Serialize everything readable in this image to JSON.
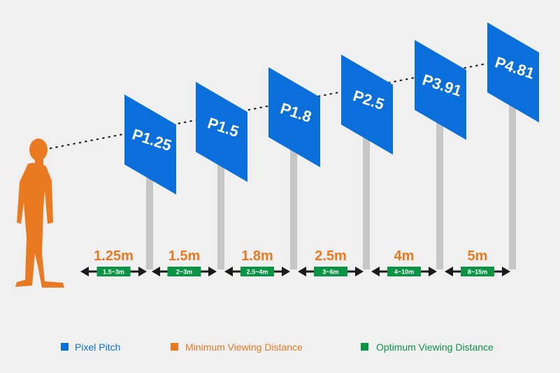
{
  "colors": {
    "pixel_pitch": "#0a6fdb",
    "min_distance": "#ea7a22",
    "optimum_distance": "#0b9444",
    "pole": "#c6c6c6",
    "arrow": "#1a1a1a"
  },
  "signs": [
    {
      "pitch": "P1.25",
      "min": "1.25m",
      "optimum": "1.5~3m"
    },
    {
      "pitch": "P1.5",
      "min": "1.5m",
      "optimum": "2~3m"
    },
    {
      "pitch": "P1.8",
      "min": "1.8m",
      "optimum": "2.5~4m"
    },
    {
      "pitch": "P2.5",
      "min": "2.5m",
      "optimum": "3~6m"
    },
    {
      "pitch": "P3.91",
      "min": "4m",
      "optimum": "4~10m"
    },
    {
      "pitch": "P4.81",
      "min": "5m",
      "optimum": "8~15m"
    }
  ],
  "legend": {
    "pixel_pitch": "Pixel Pitch",
    "min_distance": "Minimum Viewing Distance",
    "optimum_distance": "Optimum Viewing Distance"
  }
}
